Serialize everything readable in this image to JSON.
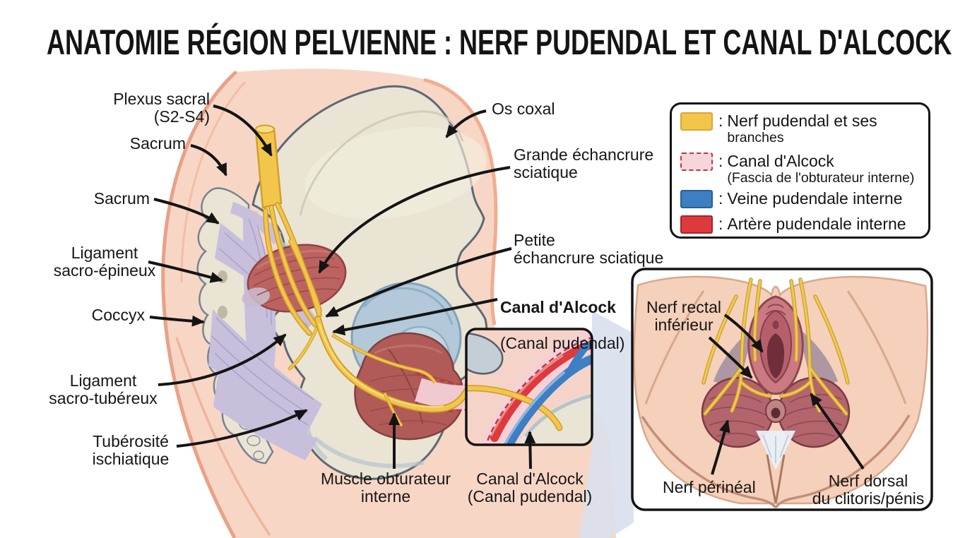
{
  "title": "ANATOMIE RÉGION PELVIENNE : NERF PUDENDAL ET CANAL D'ALCOCK",
  "labels": {
    "plexus_sacral": "Plexus sacral\n(S2-S4)",
    "sacrum_upper": "Sacrum",
    "sacrum_lower": "Sacrum",
    "ligament_sacro_epineux": "Ligament\nsacro-épineux",
    "coccyx": "Coccyx",
    "ligament_sacro_tubereux": "Ligament\nsacro-tubéreux",
    "tuberosite_ischiatique": "Tubérosité\nischiatique",
    "os_coxal": "Os coxal",
    "grande_echancrure": "Grande échancrure\nsciatique",
    "petite_echancrure": "Petite\néchancrure sciatique",
    "canal_alcock_main": "Canal d'Alcock",
    "canal_alcock_main_sub": "(Canal pudendal)",
    "muscle_obturateur": "Muscle obturateur\ninterne",
    "canal_alcock_inset": "Canal d'Alcock\n(Canal pudendal)"
  },
  "perineum_labels": {
    "nerf_rectal": "Nerf rectal\ninférieur",
    "nerf_perineal": "Nerf périnéal",
    "nerf_dorsal": "Nerf dorsal\ndu clitoris/pénis"
  },
  "legend": {
    "items": [
      {
        "key": "nerve",
        "prefix": ":",
        "line1": "Nerf pudendal et ses",
        "line2": "branches"
      },
      {
        "key": "canal",
        "prefix": ":",
        "line1": "Canal d'Alcock",
        "line2": "(Fascia de l'obturateur interne)"
      },
      {
        "key": "vein",
        "prefix": ":",
        "line1": "Veine pudendale interne",
        "line2": ""
      },
      {
        "key": "artery",
        "prefix": ":",
        "line1": "Artère pudendale interne",
        "line2": ""
      }
    ]
  },
  "colors": {
    "nerve_yellow": "#F2C64A",
    "nerve_outline": "#CE9B2B",
    "canal_pink": "#F4D0D7",
    "canal_red": "#C23345",
    "vein_blue": "#3E7EC2",
    "artery_red": "#DD3A3E",
    "skin_pink": "#F8D6C6",
    "bone_beige": "#E9E4D3",
    "muscle_red": "#B05B57",
    "ligament_lavender": "#C7BFDB",
    "arrow_black": "#141414"
  }
}
